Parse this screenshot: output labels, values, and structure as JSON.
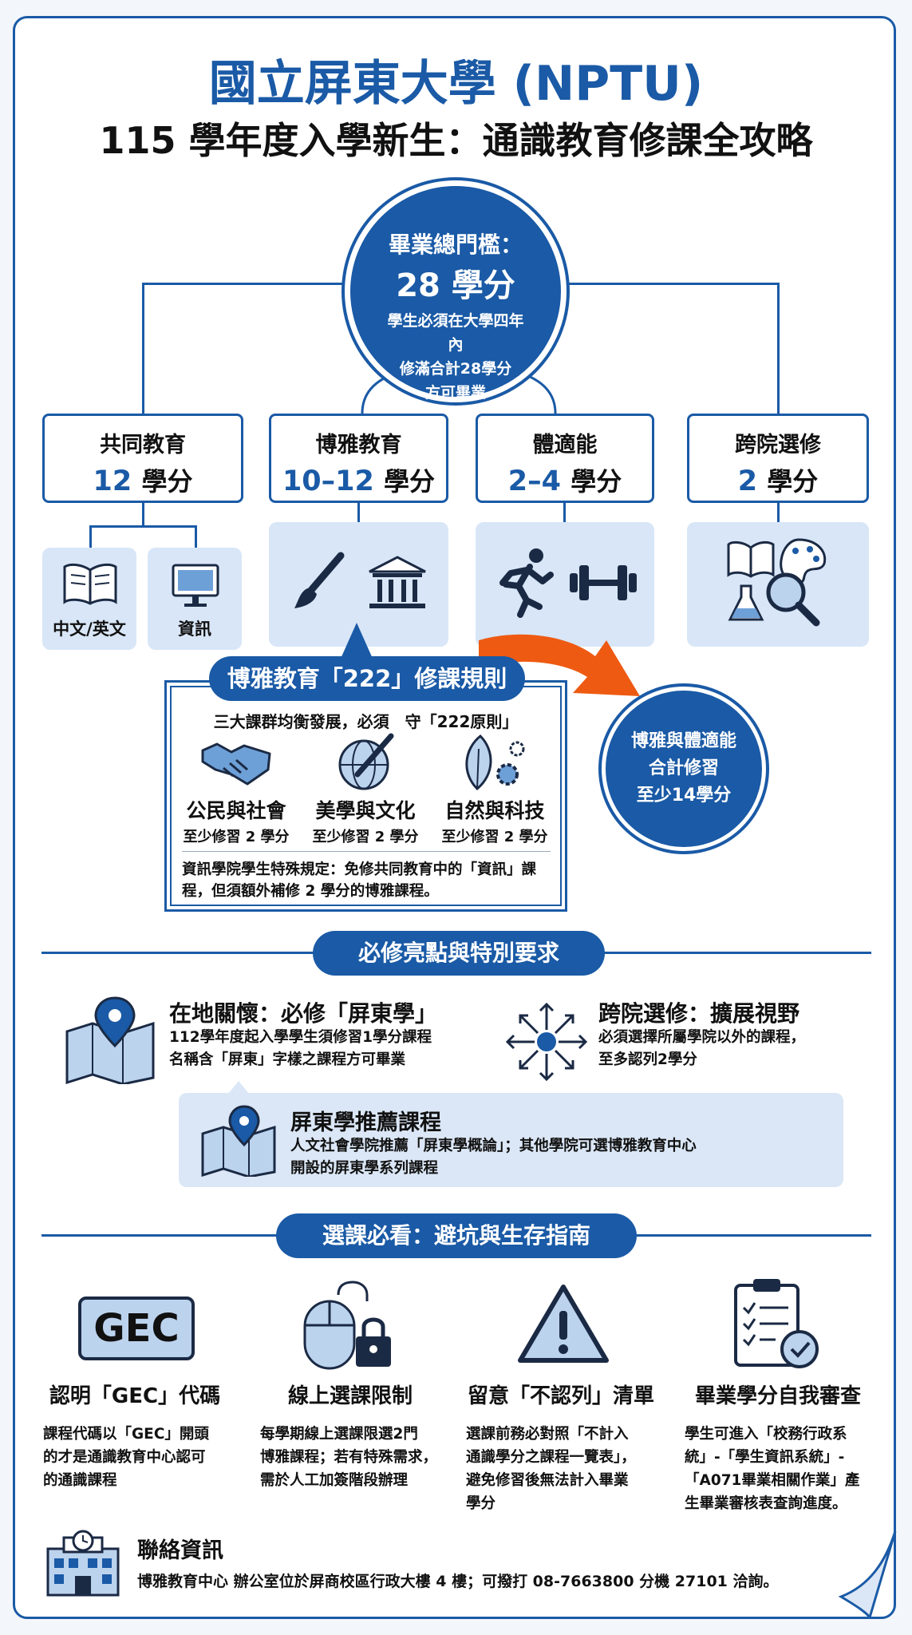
{
  "header": {
    "title": "國立屏東大學 (NPTU)",
    "subtitle": "115 學年度入學新生：通識教育修課全攻略"
  },
  "total": {
    "label": "畢業總門檻：",
    "credits": "28 學分",
    "desc_lines": [
      "學生必須在大學四年內",
      "修滿合計28學分",
      "方可畢業"
    ]
  },
  "categories": [
    {
      "name": "共同教育",
      "num": "12",
      "unit": "學分"
    },
    {
      "name": "博雅教育",
      "num": "10–12",
      "unit": "學分"
    },
    {
      "name": "體適能",
      "num": "2–4",
      "unit": "學分"
    },
    {
      "name": "跨院選修",
      "num": "2",
      "unit": "學分"
    }
  ],
  "common_subs": [
    "中文/英文",
    "資訊"
  ],
  "rules": {
    "title": "博雅教育「222」修課規則",
    "intro": "三大課群均衡發展，必須　守「222原則」",
    "groups": [
      {
        "name": "公民與社會",
        "min": "至少修習 2 學分"
      },
      {
        "name": "美學與文化",
        "min": "至少修習 2 學分"
      },
      {
        "name": "自然與科技",
        "min": "至少修習 2 學分"
      }
    ],
    "note": "資訊學院學生特殊規定：免修共同教育中的「資訊」課程，但須額外補修 2 學分的博雅課程。"
  },
  "combined": {
    "lines": [
      "博雅與體適能",
      "合計修習",
      "至少14學分"
    ]
  },
  "section1": {
    "title": "必修亮點與特別要求",
    "local": {
      "heading": "在地關懷：必修「屏東學」",
      "body_lines": [
        "112學年度起入學學生須修習1學分課程",
        "名稱含「屏東」字樣之課程方可畢業"
      ]
    },
    "cross": {
      "heading": "跨院選修：擴展視野",
      "body_lines": [
        "必須選擇所屬學院以外的課程，",
        "至多認列2學分"
      ]
    },
    "recommend": {
      "heading": "屏東學推薦課程",
      "body_lines": [
        "人文社會學院推薦「屏東學概論」；其他學院可選博雅教育中心",
        "開設的屏東學系列課程"
      ]
    }
  },
  "section2": {
    "title": "選課必看：避坑與生存指南",
    "gec_logo": "GEC",
    "tips": [
      {
        "title": "認明「GEC」代碼",
        "body_lines": [
          "課程代碼以「GEC」開頭",
          "的才是通識教育中心認可",
          "的通識課程"
        ]
      },
      {
        "title": "線上選課限制",
        "body_lines": [
          "每學期線上選課限選2門",
          "博雅課程；若有特殊需求，",
          "需於人工加簽階段辦理"
        ]
      },
      {
        "title": "留意「不認列」清單",
        "body_lines": [
          "選課前務必對照「不計入",
          "通識學分之課程一覽表」，",
          "避免修習後無法計入畢業",
          "學分"
        ]
      },
      {
        "title": "畢業學分自我審查",
        "body_lines": [
          "學生可進入「校務行政系",
          "統」-「學生資訊系統」-",
          "「A071畢業相關作業」產",
          "生畢業審核表查詢進度。"
        ]
      }
    ]
  },
  "contact": {
    "title": "聯絡資訊",
    "body": "博雅教育中心 辦公室位於屏商校區行政大樓 4 樓；可撥打 08-7663800 分機 27101 洽詢。"
  },
  "colors": {
    "primary": "#1a5aa6",
    "tile": "#d8e6f7",
    "arrow": "#ee5a12"
  }
}
